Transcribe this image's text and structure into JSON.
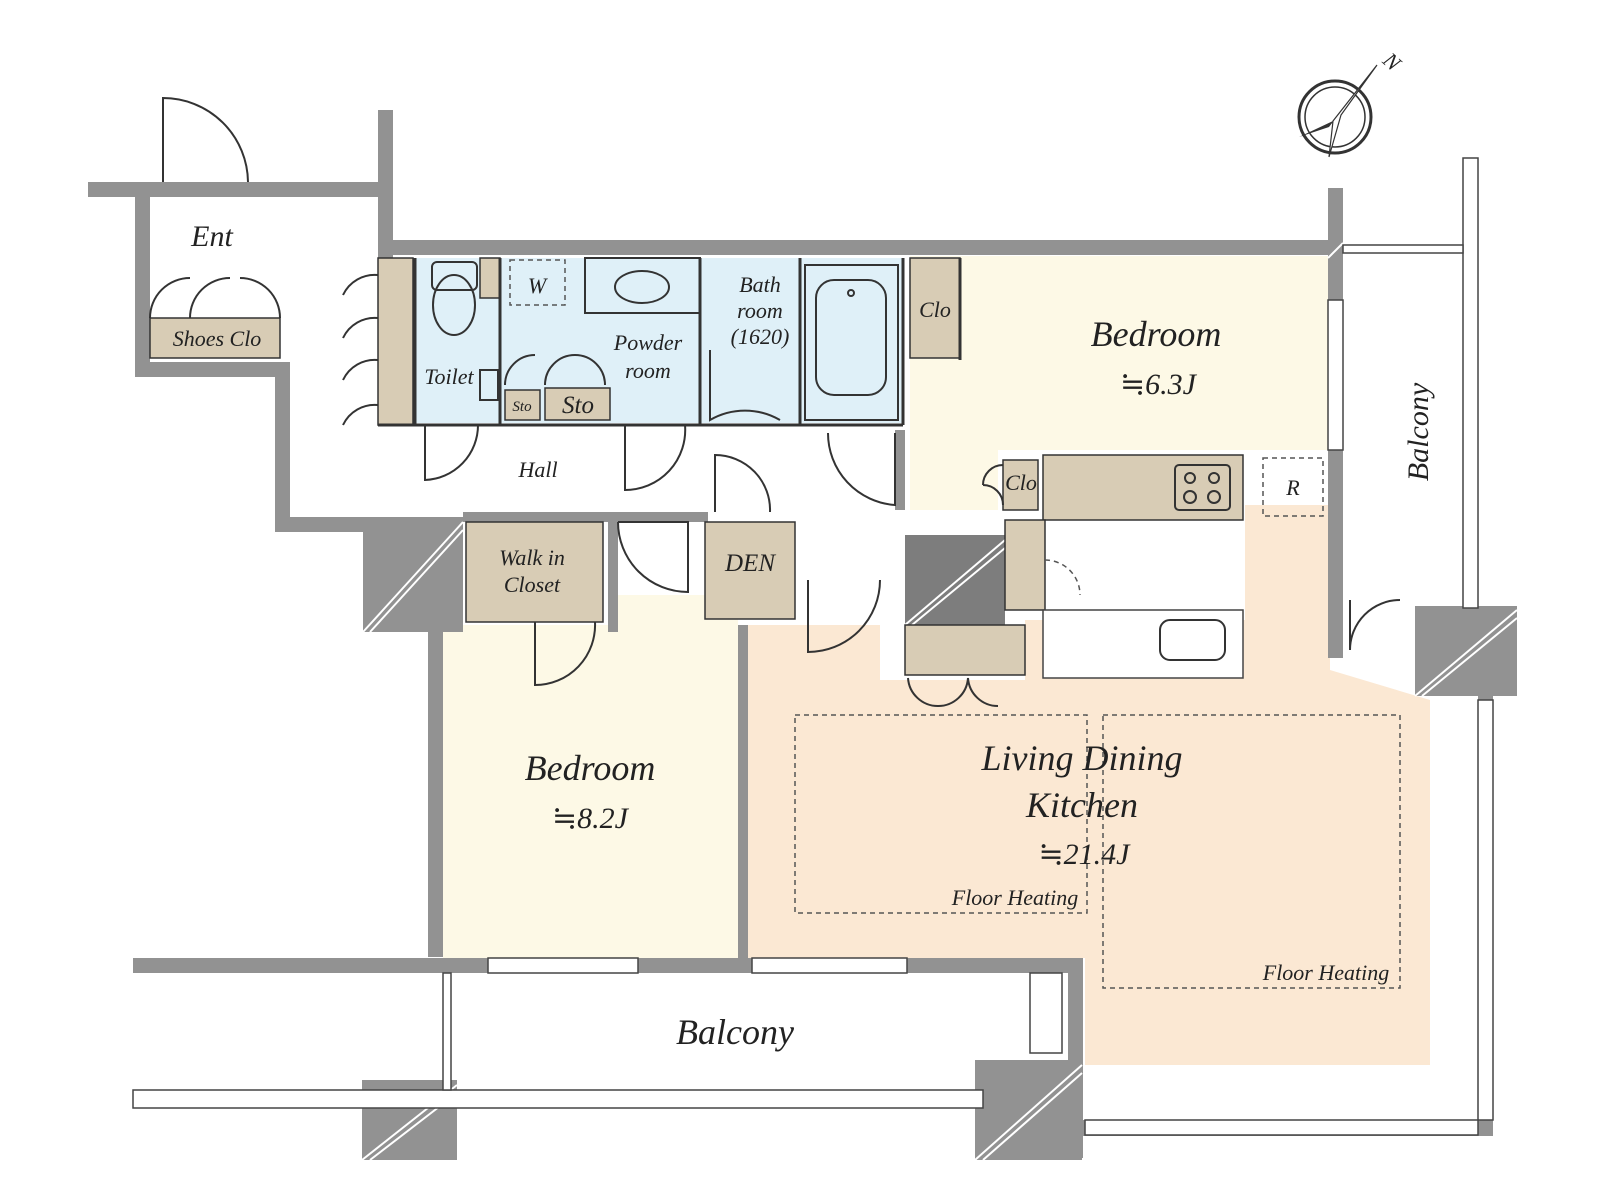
{
  "rooms": {
    "entrance": "Ent",
    "shoes_closet": "Shoes Clo",
    "toilet": "Toilet",
    "washer": "W",
    "storage_small": "Sto",
    "storage": "Sto",
    "powder_room_line1": "Powder",
    "powder_room_line2": "room",
    "bathroom_line1": "Bath",
    "bathroom_line2": "room",
    "bathroom_size": "(1620)",
    "closet_top": "Clo",
    "closet_kitchen": "Clo",
    "hall": "Hall",
    "bedroom1_name": "Bedroom",
    "bedroom1_size": "≒6.3J",
    "walk_in_closet_line1": "Walk in",
    "walk_in_closet_line2": "Closet",
    "den": "DEN",
    "refrigerator": "R",
    "bedroom2_name": "Bedroom",
    "bedroom2_size": "≒8.2J",
    "ldk_line1": "Living Dining",
    "ldk_line2": "Kitchen",
    "ldk_size": "≒21.4J",
    "floor_heating_1": "Floor Heating",
    "floor_heating_2": "Floor Heating",
    "balcony_south": "Balcony",
    "balcony_east": "Balcony"
  },
  "compass": {
    "label": "N"
  },
  "colors": {
    "wall": "#929292",
    "bedroom_floor": "#fdf9e6",
    "ldk_floor": "#fbe8d3",
    "wet_area": "#dff0f8",
    "storage_fill": "#d8ccb5"
  }
}
